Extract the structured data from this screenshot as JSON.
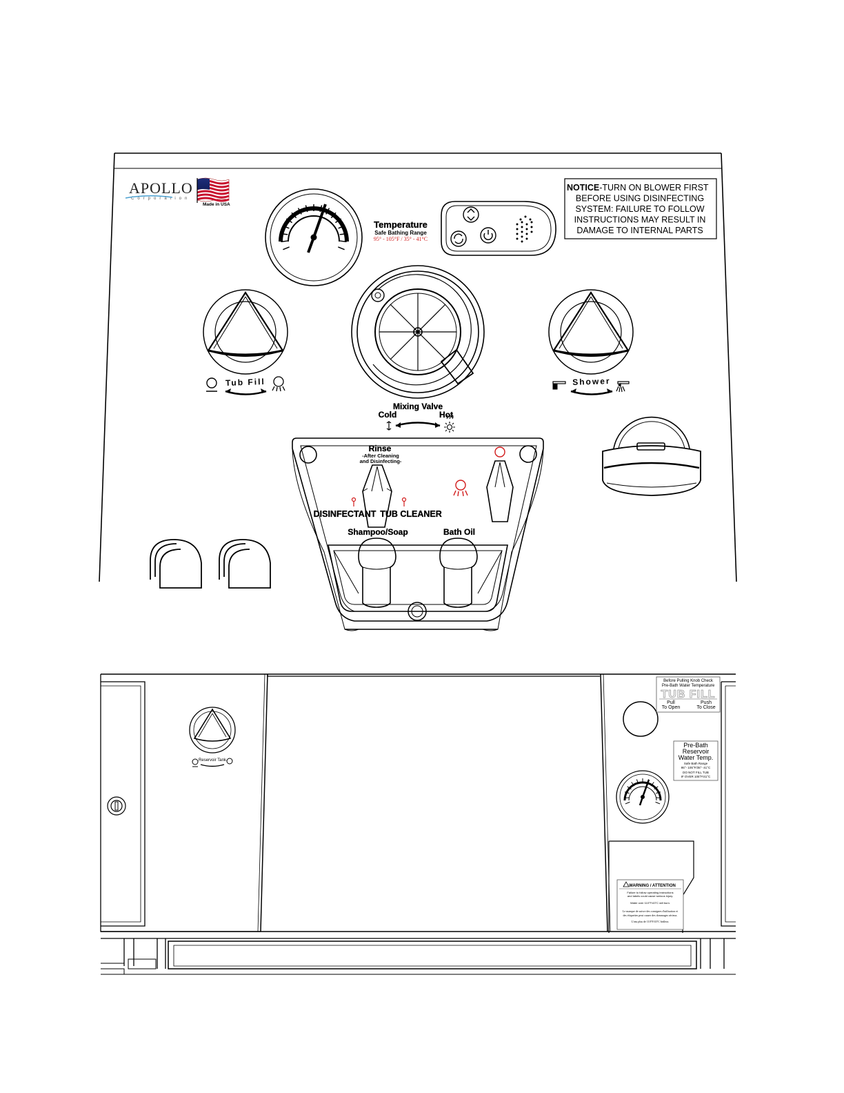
{
  "brand": {
    "name": "APOLLO",
    "sub": "Corporation",
    "made_in": "Made in USA"
  },
  "notice": {
    "bold": "NOTICE",
    "lines": [
      "-TURN ON BLOWER FIRST",
      "BEFORE USING DISINFECTING",
      "SYSTEM: FAILURE TO FOLLOW",
      "INSTRUCTIONS MAY RESULT IN",
      "DAMAGE TO INTERNAL PARTS"
    ]
  },
  "temperature": {
    "title": "Temperature",
    "sub": "Safe Bathing Range",
    "range": "95° - 105°F / 35° - 41°C"
  },
  "knobs": {
    "tub_fill": "Tub Fill",
    "shower": "Shower"
  },
  "mixing": {
    "title": "Mixing Valve",
    "cold": "Cold",
    "hot": "Hot"
  },
  "rinse": {
    "title": "Rinse",
    "sub1": "-After Cleaning",
    "sub2": "and Disinfecting-"
  },
  "chem": {
    "disinfectant": "DISINFECTANT",
    "tub_cleaner": "TUB CLEANER",
    "shampoo": "Shampoo/Soap",
    "bath_oil": "Bath Oil"
  },
  "lower": {
    "reservoir_label": "Reservoir Tank",
    "tub_fill_label": {
      "line1": "Before Pulling Knob Check",
      "line2": "Pre-Bath Water Temperature",
      "title": "TUB FILL",
      "pull": "Pull",
      "pull2": "To Open",
      "push": "Push",
      "push2": "To Close"
    },
    "prebath": {
      "l1": "Pre-Bath",
      "l2": "Reservoir",
      "l3": "Water Temp.",
      "s1": "Safe Bath Range",
      "s2": "95°- 105°F/35°- 41°C",
      "s3": "DO NOT FILL TUB",
      "s4": "IF OVER 105°F/41°C"
    },
    "warning": {
      "title": "WARNING / ATTENTION",
      "l1": "Failure to follow operating instructions",
      "l2": "and labels could cause serious injury.",
      "l3": "Water over 110°F/43°C will burn.",
      "l4": "Le manque de suivre des consignes d'utilisation et",
      "l5": "des étiquettes peut causer des dommages sérieux.",
      "l6": "L'eau plus de 110°F/43°C brûlera."
    }
  },
  "colors": {
    "red": "#d11a1a",
    "line": "#000000"
  }
}
